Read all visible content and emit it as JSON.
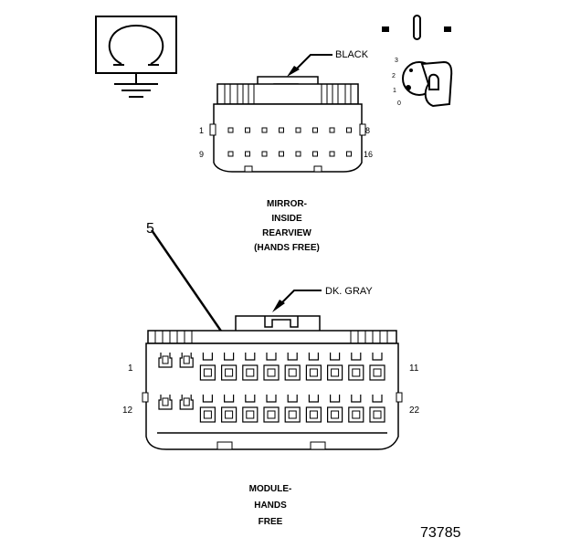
{
  "mirror": {
    "color_label": "BLACK",
    "pin_first_top": "1",
    "pin_last_top": "8",
    "pin_first_bottom": "9",
    "pin_last_bottom": "16",
    "title_line1": "MIRROR-",
    "title_line2": "INSIDE",
    "title_line3": "REARVIEW",
    "title_line4": "(HANDS FREE)"
  },
  "module": {
    "color_label": "DK. GRAY",
    "callout": "5",
    "pin_first_top": "1",
    "pin_last_top": "11",
    "pin_first_bottom": "12",
    "pin_last_bottom": "22",
    "title_line1": "MODULE-",
    "title_line2": "HANDS",
    "title_line3": "FREE"
  },
  "key_switch": {
    "pos3": "3",
    "pos2": "2",
    "pos1": "1",
    "pos0": "0"
  },
  "figure_id": "73785",
  "icons": [
    "ground-symbol-icon",
    "ignition-key-icon"
  ]
}
